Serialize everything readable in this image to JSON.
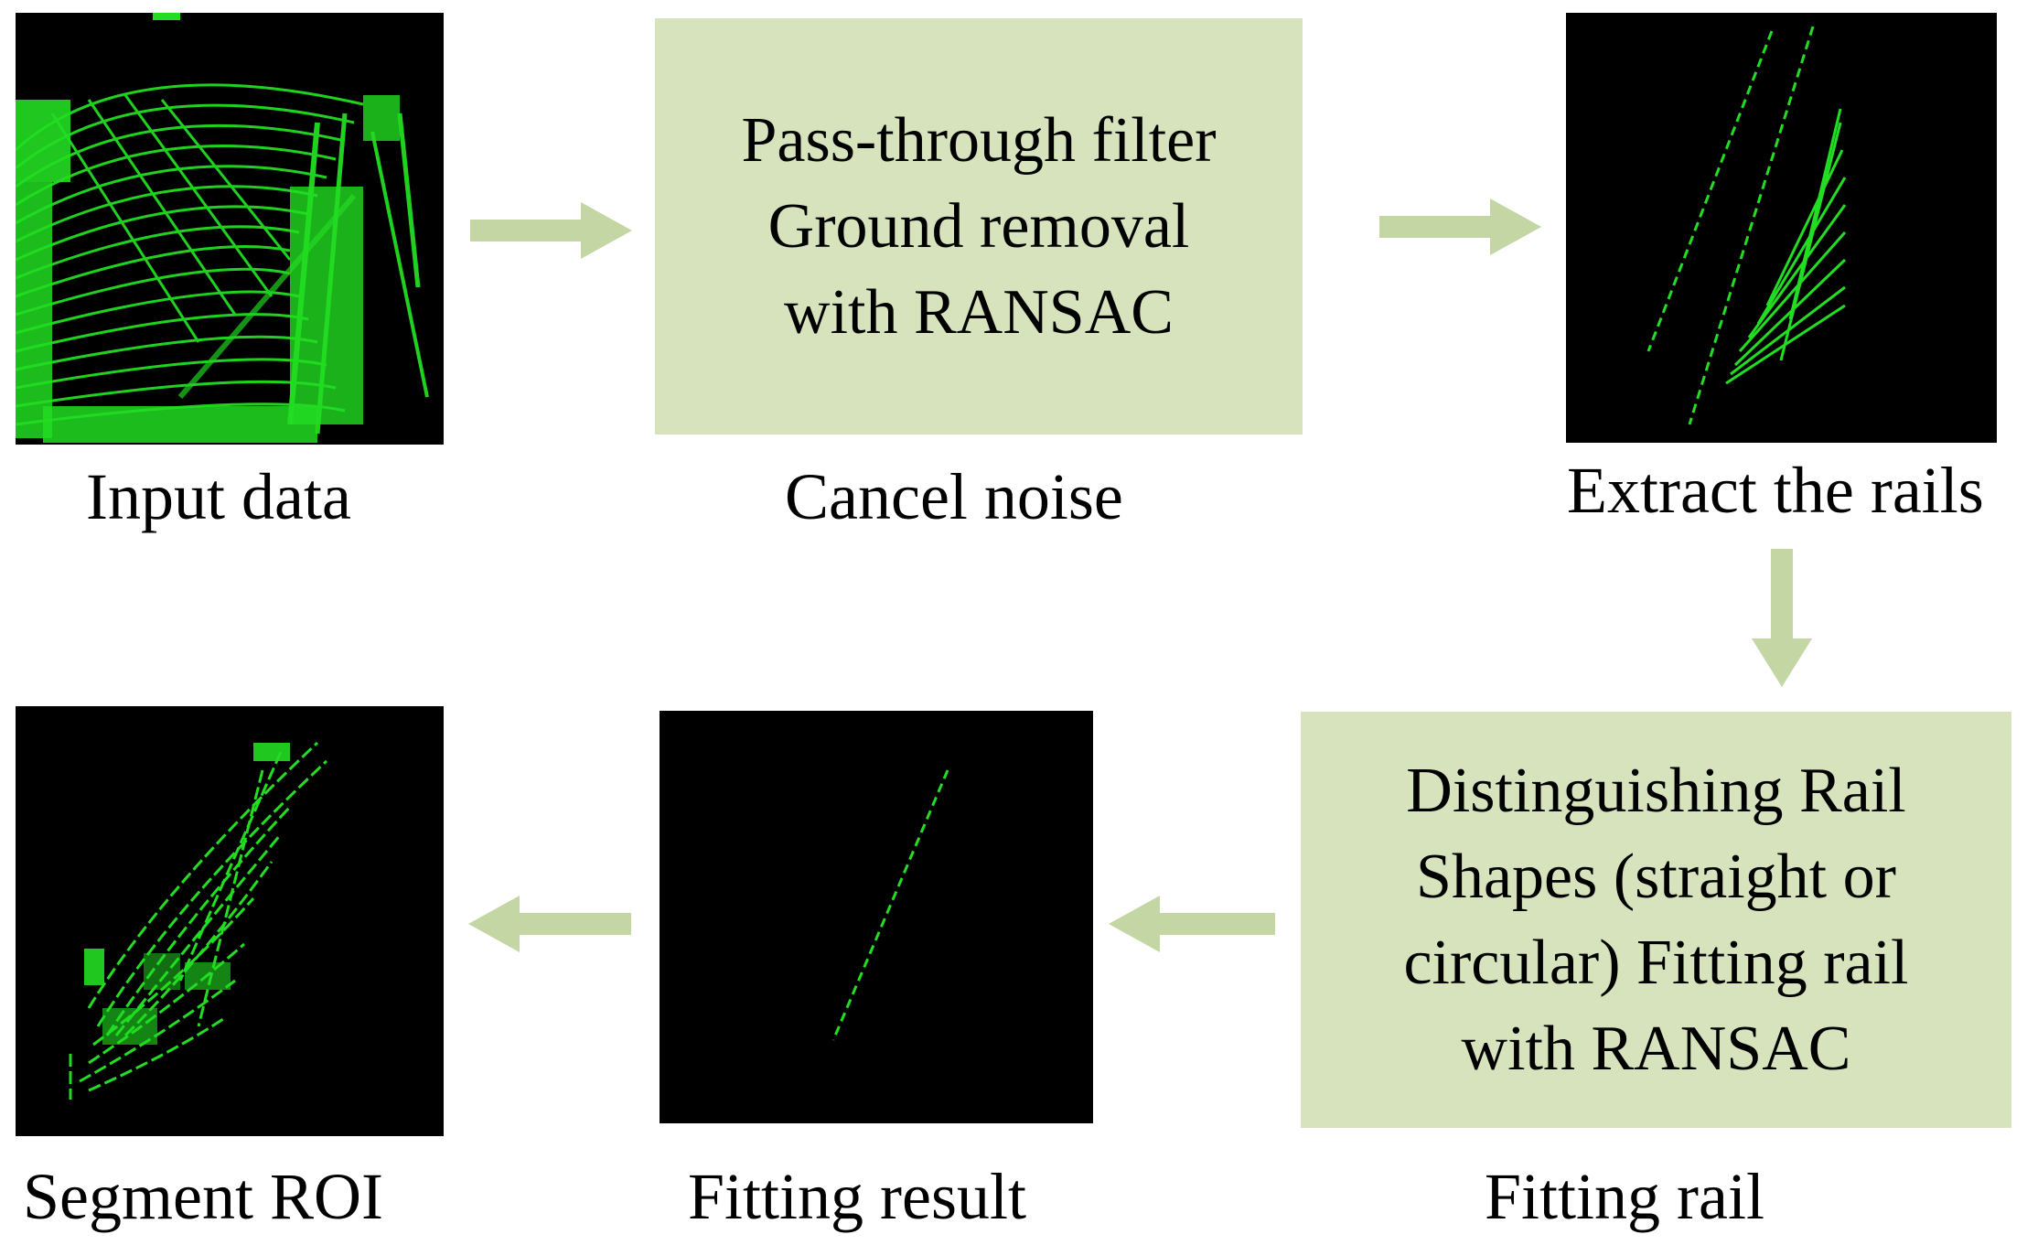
{
  "colors": {
    "background": "#ffffff",
    "box_fill": "#d6e3bc",
    "arrow": "#c4d6a4",
    "point_cloud": "#22dd22",
    "panel_bg": "#000000"
  },
  "nodes": {
    "input_data": {
      "caption": "Input data"
    },
    "cancel_noise": {
      "lines": [
        "Pass-through filter",
        "Ground removal",
        "with RANSAC"
      ],
      "caption": "Cancel noise"
    },
    "extract_rails": {
      "caption": "Extract the rails"
    },
    "fitting_rail": {
      "lines": [
        "Distinguishing Rail",
        "Shapes (straight or",
        "circular) Fitting rail",
        "with RANSAC"
      ],
      "caption": "Fitting rail"
    },
    "fitting_result": {
      "caption": "Fitting result"
    },
    "segment_roi": {
      "caption": "Segment ROI"
    }
  },
  "arrows": [
    {
      "from": "input_data",
      "to": "cancel_noise",
      "direction": "right"
    },
    {
      "from": "cancel_noise",
      "to": "extract_rails",
      "direction": "right"
    },
    {
      "from": "extract_rails",
      "to": "fitting_rail",
      "direction": "down"
    },
    {
      "from": "fitting_rail",
      "to": "fitting_result",
      "direction": "left"
    },
    {
      "from": "fitting_result",
      "to": "segment_roi",
      "direction": "left"
    }
  ]
}
